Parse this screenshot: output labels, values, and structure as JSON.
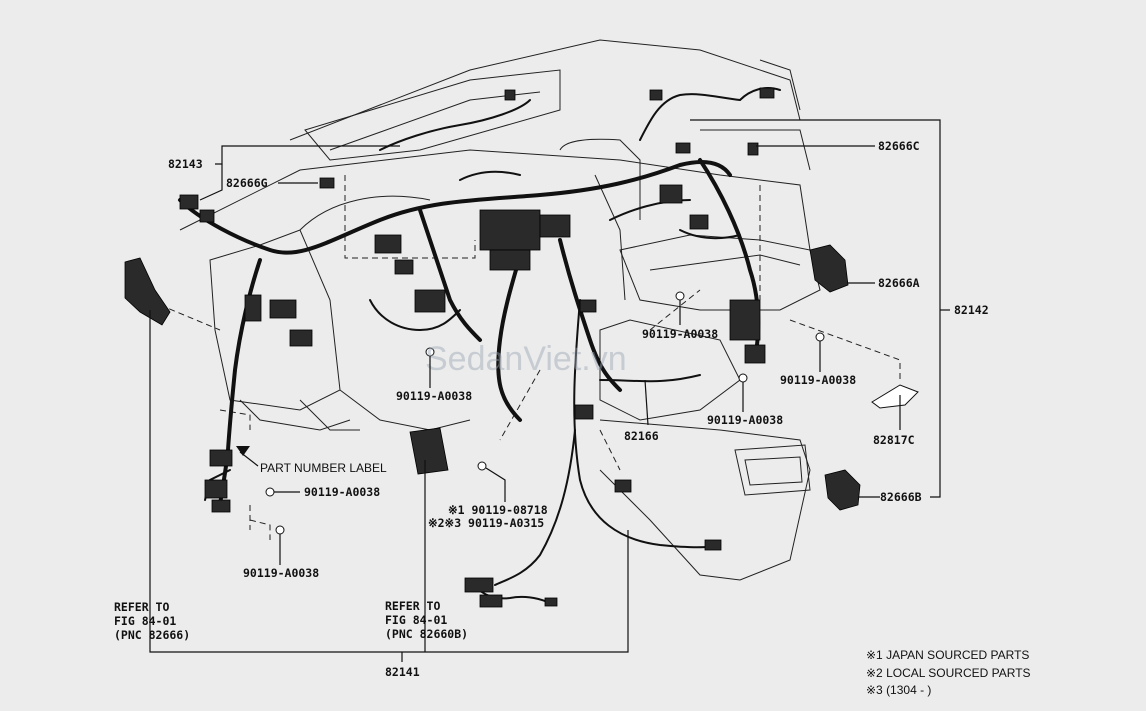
{
  "callouts": {
    "p82143": "82143",
    "p82666g": "82666G",
    "p82666c": "82666C",
    "p82666a": "82666A",
    "p82142": "82142",
    "p90119_a0038_1": "90119-A0038",
    "p90119_a0038_2": "90119-A0038",
    "p90119_a0038_3": "90119-A0038",
    "p90119_a0038_4": "90119-A0038",
    "p90119_a0038_5": "90119-A0038",
    "p90119_a0038_6": "90119-A0038",
    "p82817c": "82817C",
    "p82166": "82166",
    "p82666b": "82666B",
    "p90119_08718": "※1 90119-08718",
    "p90119_a0315": "※2※3 90119-A0315",
    "p82141": "82141",
    "part_number_label": "PART NUMBER LABEL"
  },
  "refers": {
    "left": [
      "REFER TO",
      "FIG 84-01",
      "(PNC 82666)"
    ],
    "middle": [
      "REFER TO",
      "FIG 84-01",
      "(PNC 82660B)"
    ]
  },
  "notes": [
    "※1 JAPAN SOURCED PARTS",
    "※2 LOCAL SOURCED PARTS",
    "※3 (1304 -        )"
  ],
  "watermark": "SedanViet.vn",
  "colors": {
    "background": "#ececec",
    "ink": "#111111"
  }
}
